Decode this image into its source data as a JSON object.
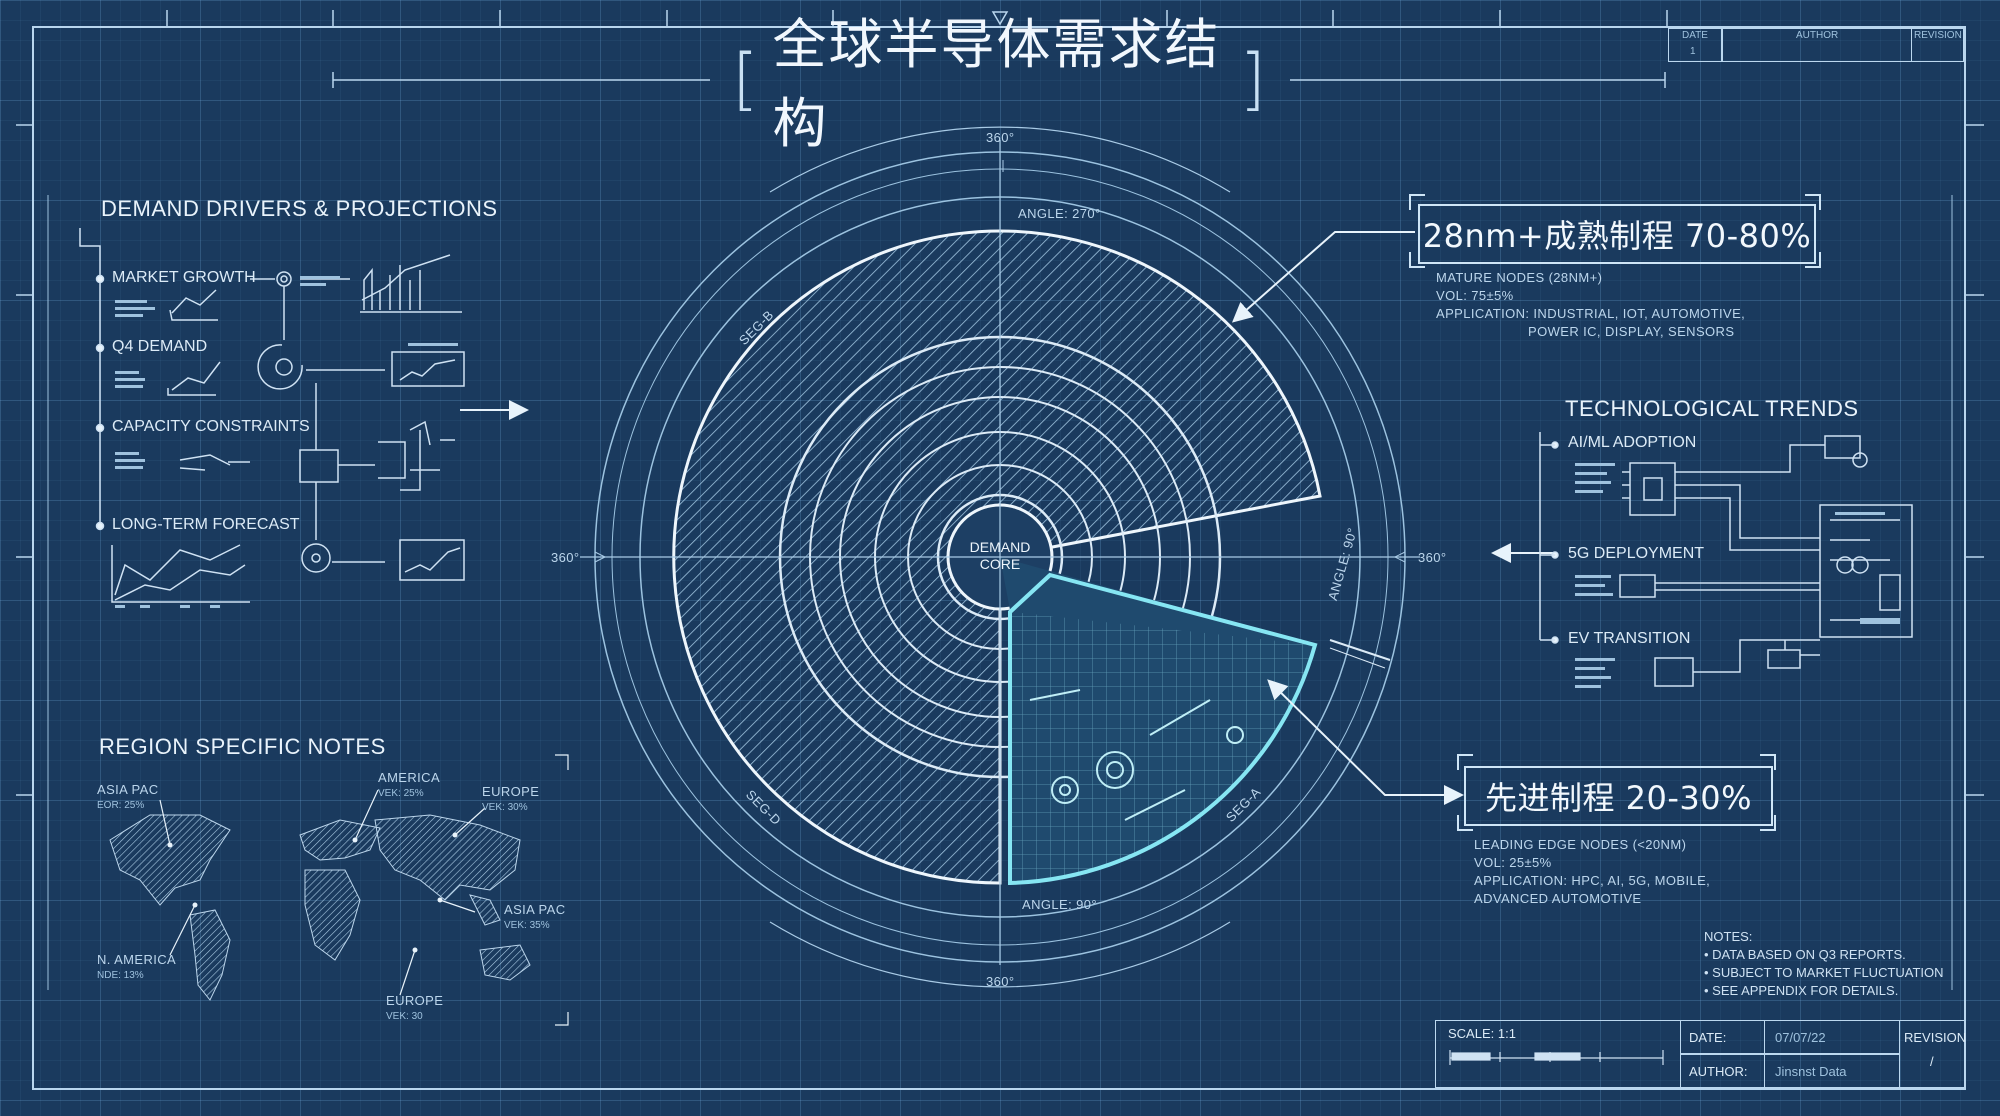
{
  "title": "全球半导体需求结构",
  "header_table": {
    "date_label": "DATE",
    "date_value": "1",
    "author_label": "AUTHOR",
    "revision_label": "REVISION"
  },
  "left": {
    "drivers_heading": "DEMAND DRIVERS & PROJECTIONS",
    "drivers": [
      {
        "label": "MARKET GROWTH"
      },
      {
        "label": "Q4 DEMAND"
      },
      {
        "label": "CAPACITY CONSTRAINTS"
      },
      {
        "label": "LONG-TERM FORECAST"
      }
    ],
    "region_heading": "REGION SPECIFIC NOTES",
    "regions": [
      {
        "name": "ASIA PAC",
        "sub": "EOR: 25%"
      },
      {
        "name": "AMERICA",
        "sub": "VEK: 25%"
      },
      {
        "name": "EUROPE",
        "sub": "VEK: 30%"
      },
      {
        "name": "ASIA PAC",
        "sub": "VEK: 35%"
      },
      {
        "name": "N. AMERICA",
        "sub": "NDE: 13%"
      },
      {
        "name": "EUROPE",
        "sub": "VEK: 30"
      }
    ]
  },
  "diagram": {
    "core_line1": "DEMAND",
    "core_line2": "CORE",
    "deg_top": "360°",
    "deg_left": "360°",
    "deg_right": "360°",
    "deg_bottom": "360°",
    "angle_top": "ANGLE: 270°",
    "angle_bottom": "ANGLE: 90°",
    "angle_right": "ANGLE: 90°",
    "seg_a": "SEG-B",
    "seg_b": "SEG-D",
    "seg_c": "SEG-A"
  },
  "chart_data": {
    "type": "pie",
    "title": "全球半导体需求结构",
    "slices": [
      {
        "label": "28nm+成熟制程",
        "range": "70-80%",
        "value_low": 70,
        "value_high": 80
      },
      {
        "label": "先进制程",
        "range": "20-30%",
        "value_low": 20,
        "value_high": 30
      }
    ]
  },
  "mature": {
    "callout": "28nm+成熟制程 70-80%",
    "line1": "MATURE NODES (28NM+)",
    "line2": "VOL: 75±5%",
    "line3": "APPLICATION: INDUSTRIAL, IOT, AUTOMOTIVE,",
    "line4": "POWER IC, DISPLAY, SENSORS"
  },
  "advanced": {
    "callout": "先进制程 20-30%",
    "line1": "LEADING EDGE NODES (<20NM)",
    "line2": "VOL: 25±5%",
    "line3": "APPLICATION: HPC, AI, 5G, MOBILE,",
    "line4": "ADVANCED AUTOMOTIVE"
  },
  "trends": {
    "heading": "TECHNOLOGICAL TRENDS",
    "items": [
      {
        "label": "AI/ML ADOPTION"
      },
      {
        "label": "5G DEPLOYMENT"
      },
      {
        "label": "EV TRANSITION"
      }
    ]
  },
  "notes": {
    "heading": "NOTES:",
    "lines": [
      "• DATA BASED ON Q3 REPORTS.",
      "• SUBJECT TO MARKET FLUCTUATION",
      "• SEE APPENDIX FOR DETAILS."
    ]
  },
  "title_block": {
    "scale": "SCALE: 1:1",
    "date_label": "DATE:",
    "date_value": "07/07/22",
    "author_label": "AUTHOR:",
    "author_value": "Jinsnst Data",
    "revision_label": "REVISION",
    "revision_value": "/"
  },
  "colors": {
    "background": "#1a3a5e",
    "line": "#cfe6f7",
    "accent": "#7fe3f0"
  }
}
